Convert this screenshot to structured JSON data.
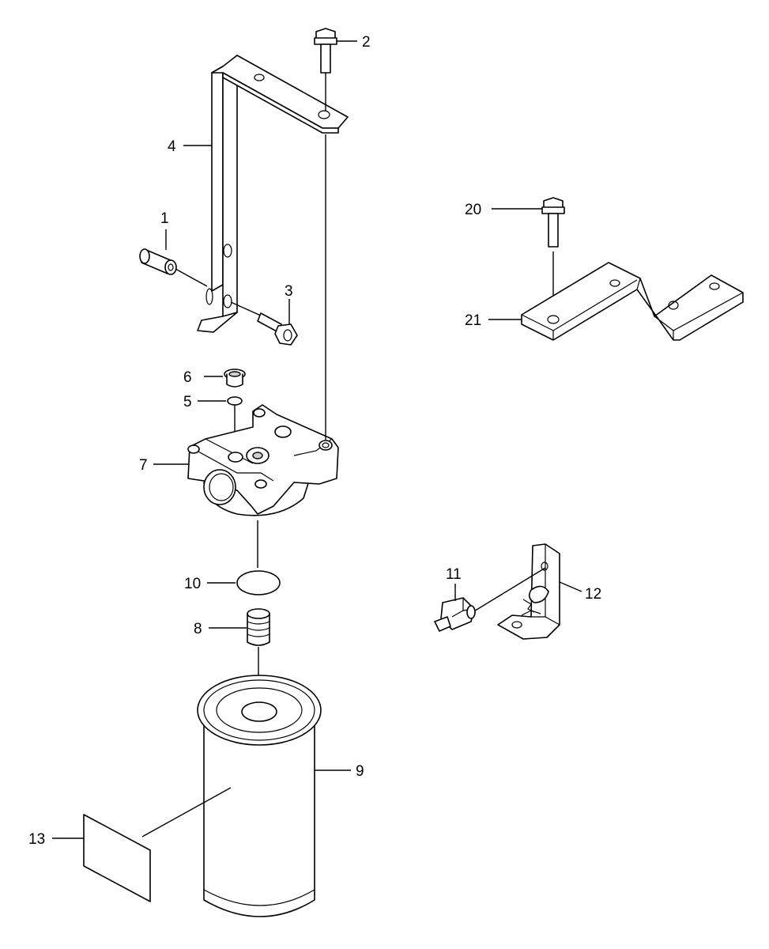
{
  "callouts": {
    "c1": "1",
    "c2": "2",
    "c3": "3",
    "c4": "4",
    "c5": "5",
    "c6": "6",
    "c7": "7",
    "c8": "8",
    "c9": "9",
    "c10": "10",
    "c11": "11",
    "c12": "12",
    "c13": "13",
    "c20": "20",
    "c21": "21"
  }
}
